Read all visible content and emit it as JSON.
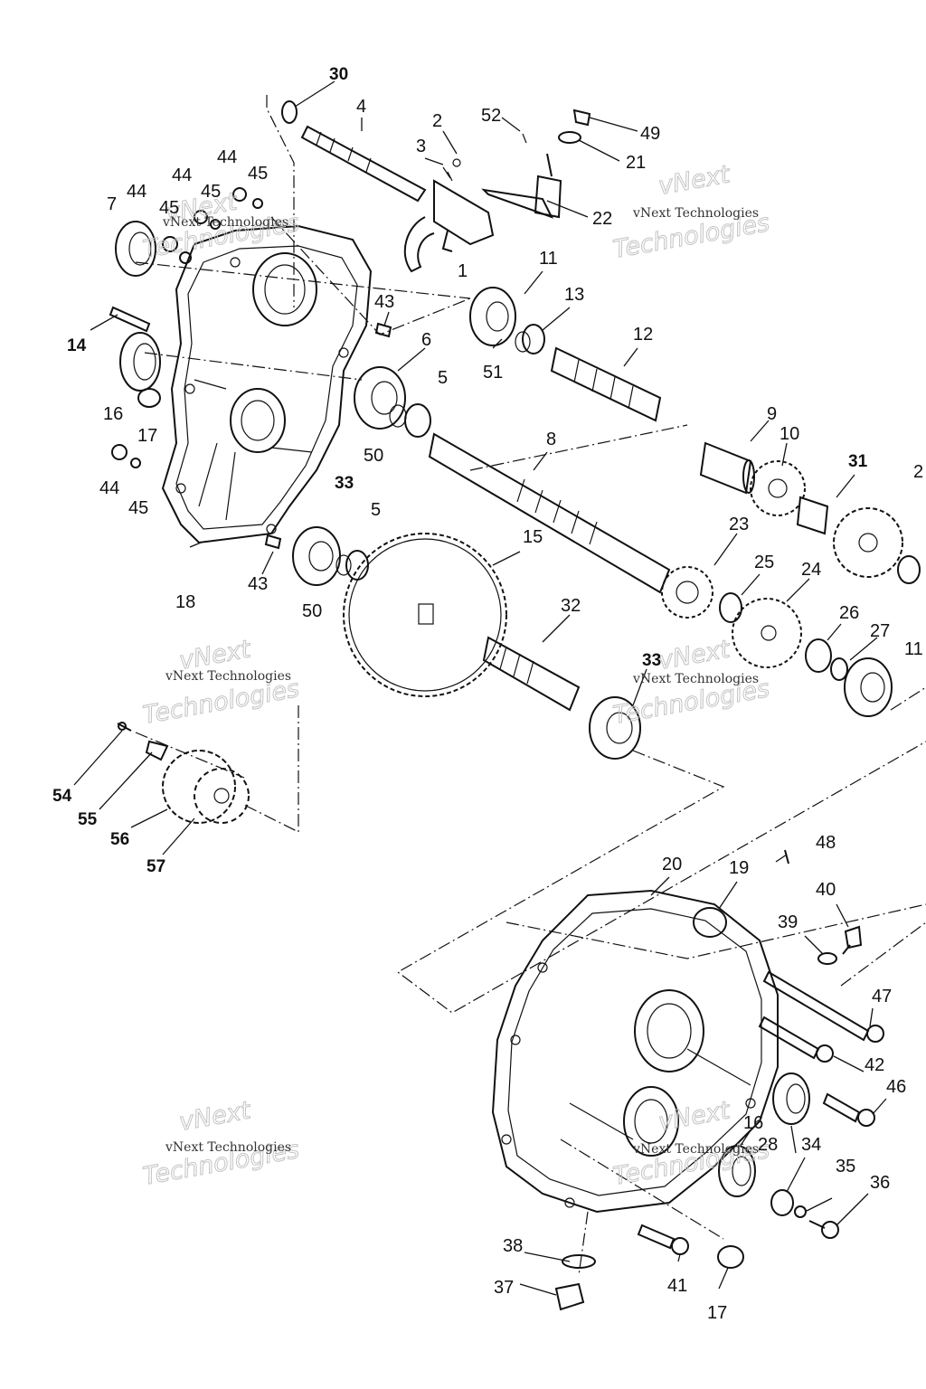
{
  "watermark": {
    "line1": "vNext",
    "line2": "Technologies",
    "small": "vNext Technologies"
  },
  "callouts": {
    "c30": "30",
    "c4": "4",
    "c2": "2",
    "c3": "3",
    "c52": "52",
    "c49": "49",
    "c21": "21",
    "c22": "22",
    "c1": "1",
    "c44a": "44",
    "c45a": "45",
    "c44b": "44",
    "c45b": "45",
    "c44c": "44",
    "c45c": "45",
    "c7": "7",
    "c14": "14",
    "c16a": "16",
    "c17a": "17",
    "c44d": "44",
    "c45d": "45",
    "c18": "18",
    "c43a": "43",
    "c43b": "43",
    "c11a": "11",
    "c13": "13",
    "c51": "51",
    "c12": "12",
    "c6": "6",
    "c5a": "5",
    "c50a": "50",
    "c8": "8",
    "c9": "9",
    "c10": "10",
    "c31": "31",
    "c2b": "2",
    "c33a": "33",
    "c5b": "5",
    "c50b": "50",
    "c15": "15",
    "c23": "23",
    "c25": "25",
    "c24": "24",
    "c26": "26",
    "c27": "27",
    "c11b": "11",
    "c32": "32",
    "c33b": "33",
    "c54": "54",
    "c55": "55",
    "c56": "56",
    "c57": "57",
    "c48": "48",
    "c20": "20",
    "c19": "19",
    "c40": "40",
    "c39": "39",
    "c47": "47",
    "c42": "42",
    "c46": "46",
    "c16b": "16",
    "c28": "28",
    "c34": "34",
    "c35": "35",
    "c36": "36",
    "c38": "38",
    "c37": "37",
    "c41": "41",
    "c17b": "17"
  }
}
